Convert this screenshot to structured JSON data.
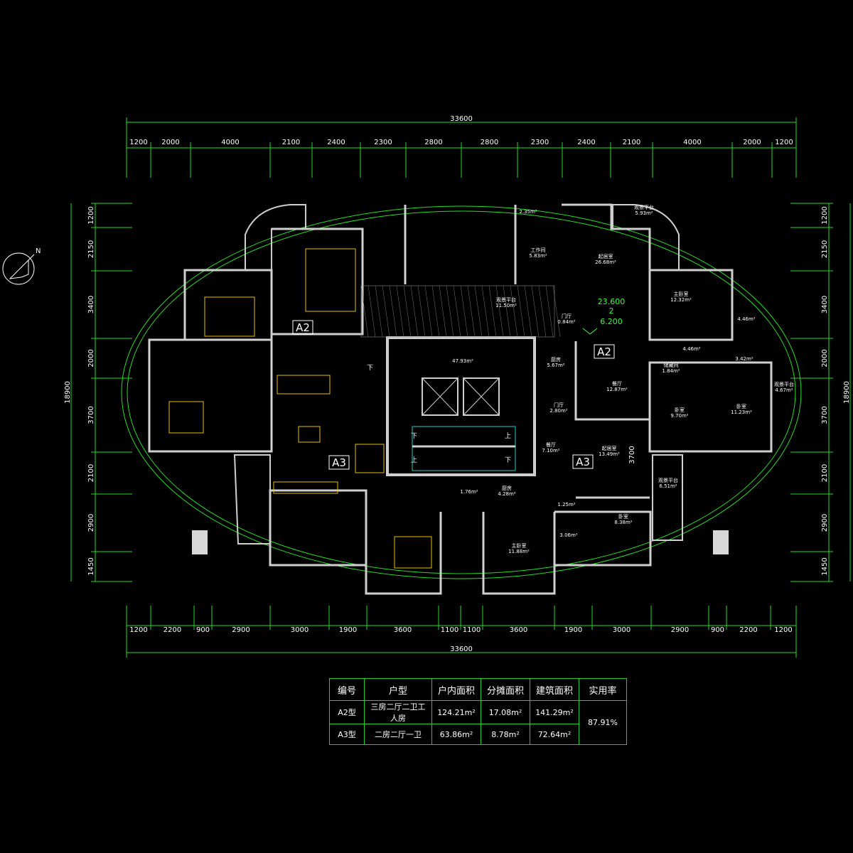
{
  "dimensions": {
    "total_top": "33600",
    "top": [
      "1200",
      "2000",
      "4000",
      "2100",
      "2400",
      "2300",
      "2800",
      "2800",
      "2300",
      "2400",
      "2100",
      "4000",
      "2000",
      "1200"
    ],
    "total_bottom": "33600",
    "bottom": [
      "1200",
      "2200",
      "900",
      "2900",
      "3000",
      "1900",
      "3600",
      "1100",
      "1100",
      "3600",
      "1900",
      "3000",
      "2900",
      "900",
      "2200",
      "1200"
    ],
    "left_total": "18900",
    "left": [
      "1200",
      "2150",
      "3400",
      "2000",
      "3700",
      "2100",
      "2900",
      "1450"
    ],
    "right_total": "18900",
    "right": [
      "1200",
      "2150",
      "3400",
      "2000",
      "3700",
      "2100",
      "2900",
      "1450"
    ],
    "inner_vertical": "3700"
  },
  "unit_tags": [
    "A2",
    "A3",
    "A2",
    "A3"
  ],
  "level": {
    "value": "23.600",
    "floor": "2",
    "floor_height": "6.200"
  },
  "rooms": [
    {
      "name": "工作间",
      "area": "5.83m²"
    },
    {
      "name": "起居室",
      "area": "26.68m²"
    },
    {
      "name": "观景平台",
      "area": "11.50m²"
    },
    {
      "name": "",
      "area": "2.35m²"
    },
    {
      "name": "观景平台",
      "area": "5.93m²"
    },
    {
      "name": "主卧室",
      "area": "12.32m²"
    },
    {
      "name": "",
      "area": "4.46m²"
    },
    {
      "name": "",
      "area": "4.46m²"
    },
    {
      "name": "",
      "area": "3.42m²"
    },
    {
      "name": "门厅",
      "area": "0.84m²"
    },
    {
      "name": "",
      "area": "47.93m²"
    },
    {
      "name": "厨房",
      "area": "5.67m²"
    },
    {
      "name": "储藏间",
      "area": "1.84m²"
    },
    {
      "name": "餐厅",
      "area": "12.87m²"
    },
    {
      "name": "卧室",
      "area": "9.70m²"
    },
    {
      "name": "卧室",
      "area": "11.23m²"
    },
    {
      "name": "观景平台",
      "area": "4.67m²"
    },
    {
      "name": "门厅",
      "area": "2.80m²"
    },
    {
      "name": "餐厅",
      "area": "7.10m²"
    },
    {
      "name": "起居室",
      "area": "13.49m²"
    },
    {
      "name": "",
      "area": "1.76m²"
    },
    {
      "name": "厨房",
      "area": "4.28m²"
    },
    {
      "name": "",
      "area": "1.25m²"
    },
    {
      "name": "观景平台",
      "area": "6.51m²"
    },
    {
      "name": "卧室",
      "area": "8.38m²"
    },
    {
      "name": "",
      "area": "3.06m²"
    },
    {
      "name": "主卧室",
      "area": "11.88m²"
    }
  ],
  "table": {
    "headers": [
      "编号",
      "户型",
      "户内面积",
      "分摊面积",
      "建筑面积",
      "实用率"
    ],
    "rows": [
      {
        "id": "A2型",
        "type": "三房二厅二卫工人房",
        "inner": "124.21m²",
        "shared": "17.08m²",
        "total": "141.29m²"
      },
      {
        "id": "A3型",
        "type": "二房二厅一卫",
        "inner": "63.86m²",
        "shared": "8.78m²",
        "total": "72.64m²"
      }
    ],
    "ratio": "87.91%"
  },
  "colors": {
    "background": "#000000",
    "wall": "#cfcfcf",
    "line": "#22dd22",
    "furniture": "#e8c000",
    "cyan": "#22cccc",
    "text": "#ffffff"
  }
}
